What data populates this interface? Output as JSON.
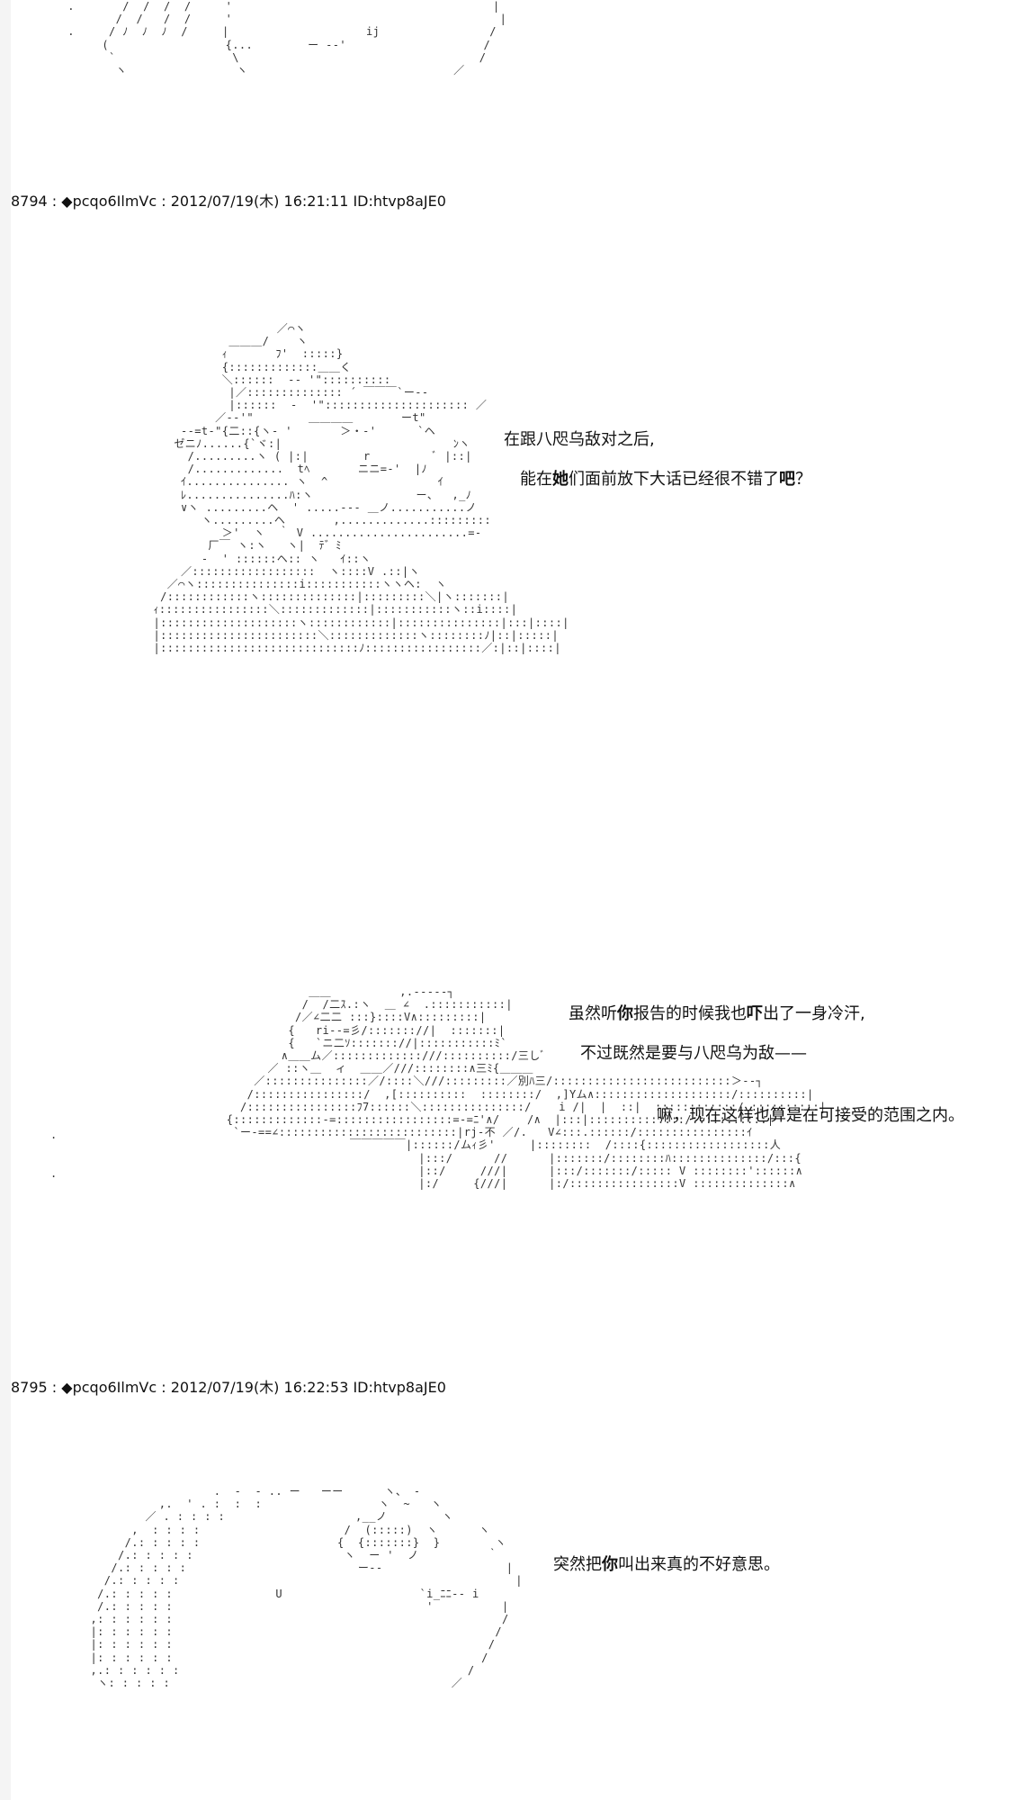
{
  "posts": [
    {
      "header": "8794 : ◆pcqo6IlmVc : 2012/07/19(木) 16:21:11 ID:htvp8aJE0"
    },
    {
      "header": "8795 : ◆pcqo6IlmVc : 2012/07/19(木) 16:22:53 ID:htvp8aJE0"
    }
  ],
  "dialogue": {
    "line1": "在跟八咫乌敌对之后,",
    "line2_pre": "能在",
    "line2_bold1": "她",
    "line2_mid": "们面前放下大话已经很不错了",
    "line2_bold2": "吧",
    "line2_post": "？",
    "line3_pre": "虽然听",
    "line3_bold1": "你",
    "line3_mid": "报告的时候我也",
    "line3_bold2": "吓",
    "line3_post": "出了一身冷汗,",
    "line4": "不过既然是要与八咫乌为敌——",
    "line5": "嘛，现在这样也算是在可接受的范围之内。",
    "line6_pre": "突然把",
    "line6_bold": "你",
    "line6_post": "叫出来真的不好意思。"
  }
}
